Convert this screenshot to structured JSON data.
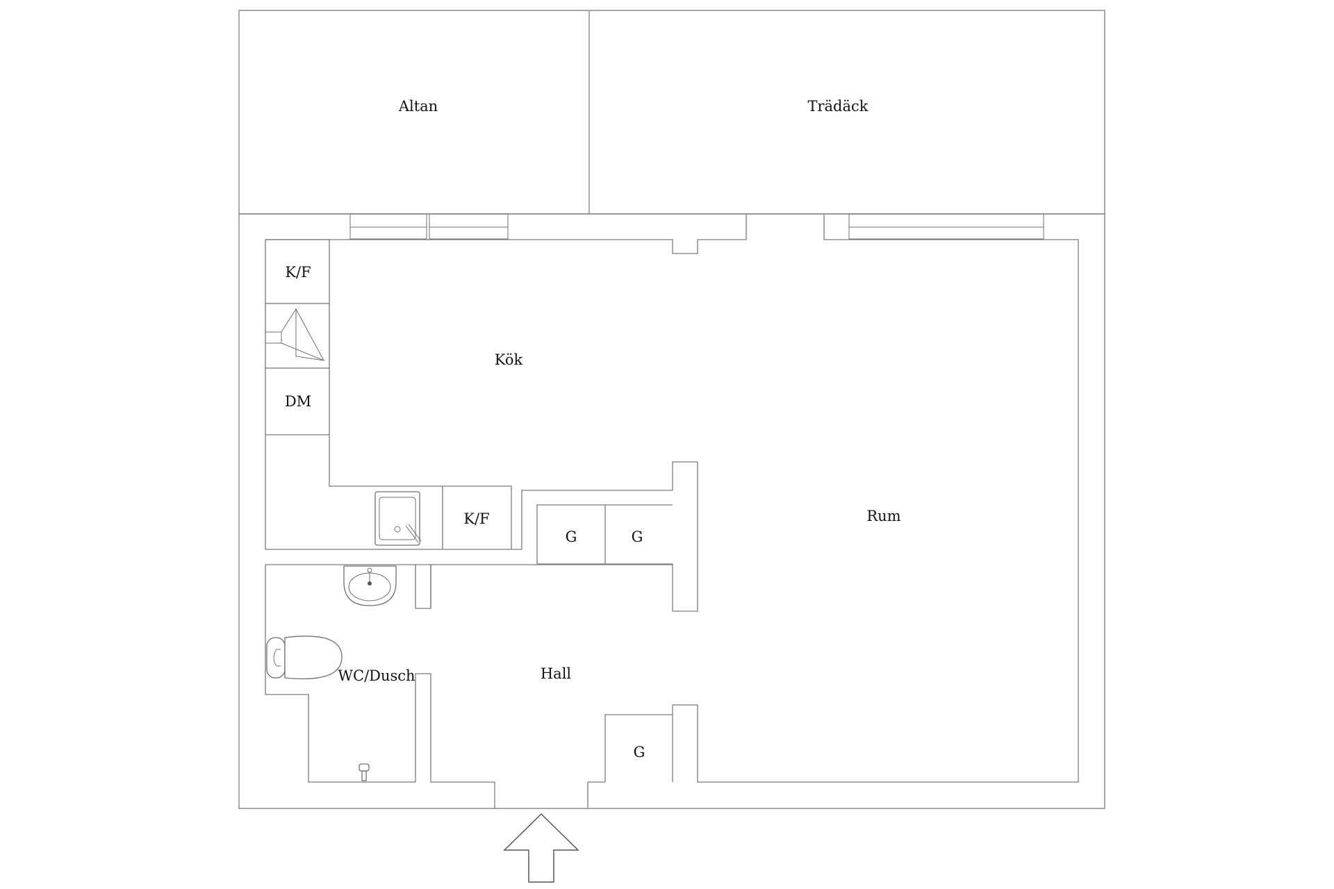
{
  "rooms": {
    "altan": "Altan",
    "tradack": "Trädäck",
    "kok": "Kök",
    "rum": "Rum",
    "hall": "Hall",
    "wc_dusch": "WC/Dusch",
    "kf_top": "K/F",
    "dm": "DM",
    "kf_bottom": "K/F",
    "g1": "G",
    "g2": "G",
    "g3": "G"
  },
  "entrance": "entrance-arrow-icon"
}
